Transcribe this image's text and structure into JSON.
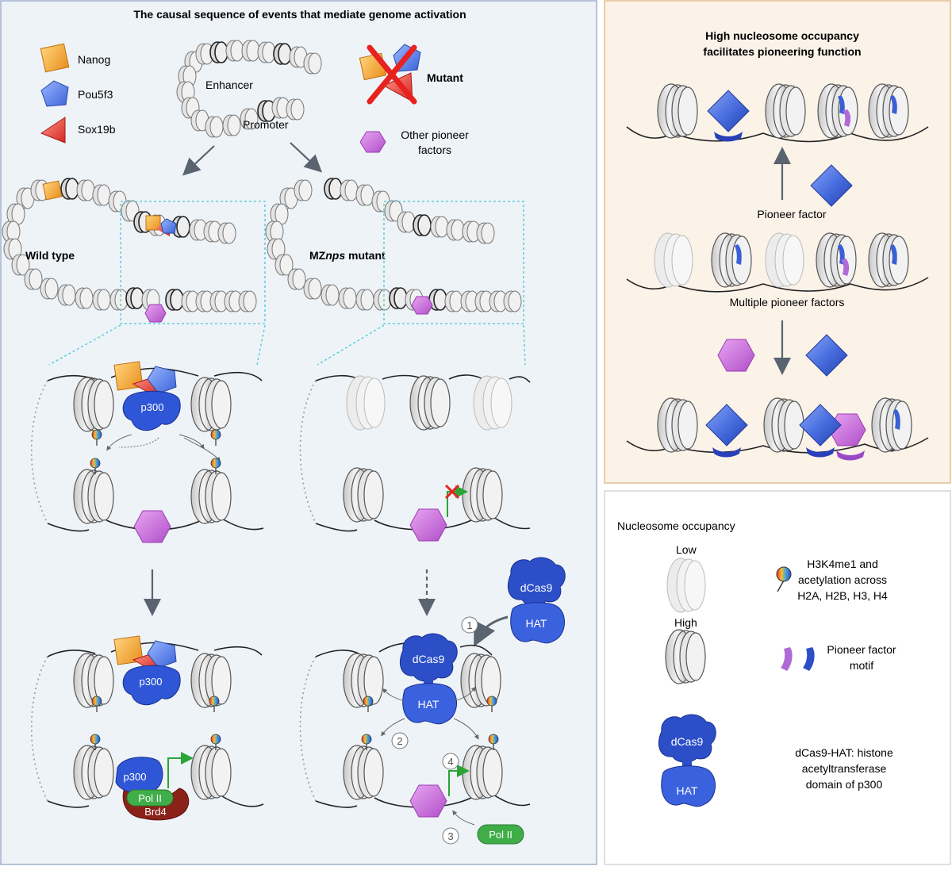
{
  "left_panel": {
    "title": "The causal sequence of events that mediate genome activation",
    "legend": {
      "nanog": "Nanog",
      "pou5f3": "Pou5f3",
      "sox19b": "Sox19b",
      "mutant": "Mutant",
      "other_line1": "Other pioneer",
      "other_line2": "factors"
    },
    "enhancer": "Enhancer",
    "promoter": "Promoter",
    "wild_type": "Wild type",
    "mutant_label_pre": "MZ",
    "mutant_label_italic": "nps",
    "mutant_label_post": " mutant",
    "p300": "p300",
    "dcas9": "dCas9",
    "hat": "HAT",
    "pol2": "Pol II",
    "brd4": "Brd4",
    "steps": [
      "1",
      "2",
      "3",
      "4"
    ]
  },
  "top_right_panel": {
    "title_line1": "High nucleosome occupancy",
    "title_line2": "facilitates pioneering function",
    "pioneer_factor": "Pioneer factor",
    "multiple_pioneer_factors": "Multiple pioneer factors"
  },
  "legend_panel": {
    "occupancy_title": "Nucleosome occupancy",
    "low": "Low",
    "high": "High",
    "mark_line1": "H3K4me1 and",
    "mark_line2": "acetylation across",
    "mark_line3": "H2A, H2B, H3, H4",
    "motif_line1": "Pioneer factor",
    "motif_line2": "motif",
    "dcas9": "dCas9",
    "hat": "HAT",
    "hat_desc_line1": "dCas9-HAT: histone",
    "hat_desc_line2": "acetyltransferase",
    "hat_desc_line3": "domain of p300"
  },
  "colors": {
    "left_bg": "#eef3f8",
    "left_border": "#9fb0cc",
    "tr_bg": "#fbf2e8",
    "tr_border": "#e2bf90",
    "nanog": "#f2a22e",
    "pou5f3": "#4a76dd",
    "sox19b": "#e8403c",
    "pioneer_purple": "#c86bd8",
    "p300_blue": "#3a5fd6",
    "polII_green": "#3fae48",
    "brd4": "#a6241c",
    "dashed_box": "#5fd0dc",
    "arrow_green": "#2aa535"
  }
}
